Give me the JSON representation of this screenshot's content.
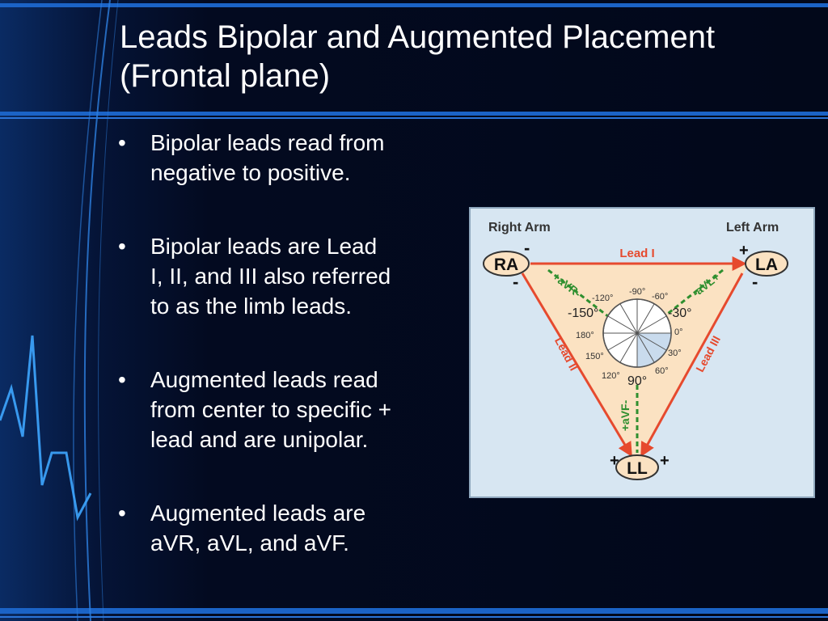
{
  "slide": {
    "title_lines": [
      "Leads Bipolar and Augmented Placement",
      "(Frontal plane)"
    ],
    "bullets": [
      {
        "lines": [
          "Bipolar leads read from",
          "negative to positive."
        ]
      },
      {
        "lines": [
          "Bipolar leads are Lead",
          "I, II, and III also referred",
          "to as the limb leads."
        ]
      },
      {
        "lines": [
          "Augmented leads read",
          "from center to specific +",
          "lead and are unipolar."
        ]
      },
      {
        "lines": [
          "Augmented leads are",
          "aVR, aVL, and aVF."
        ]
      }
    ]
  },
  "diagram": {
    "right_arm_label": "Right Arm",
    "left_arm_label": "Left Arm",
    "ra": "RA",
    "la": "LA",
    "ll": "LL",
    "minus": "-",
    "plus": "+",
    "lead_i": "Lead I",
    "lead_ii": "Lead II",
    "lead_iii": "Lead III",
    "avr": "+aVR-",
    "avl": "-aVL+",
    "avf": "+aVF-",
    "angles": {
      "neg90": "-90°",
      "neg60": "-60°",
      "neg120": "-120°",
      "neg150": "-150°",
      "neg30": "-30°",
      "a180": "180°",
      "a0": "0°",
      "a150": "150°",
      "a30": "30°",
      "a120": "120°",
      "a60": "60°",
      "a90": "90°"
    },
    "colors": {
      "panel": "#d7e6f2",
      "triangle_fill": "#fbe2c2",
      "triangle_line": "#e64a2e",
      "lead_label": "#e64a2e",
      "augmented_line": "#2f8f2f",
      "node_fill": "#fbe2c2",
      "wheel_fill": "#ffffff",
      "wheel_shade": "#c9dbed"
    }
  }
}
